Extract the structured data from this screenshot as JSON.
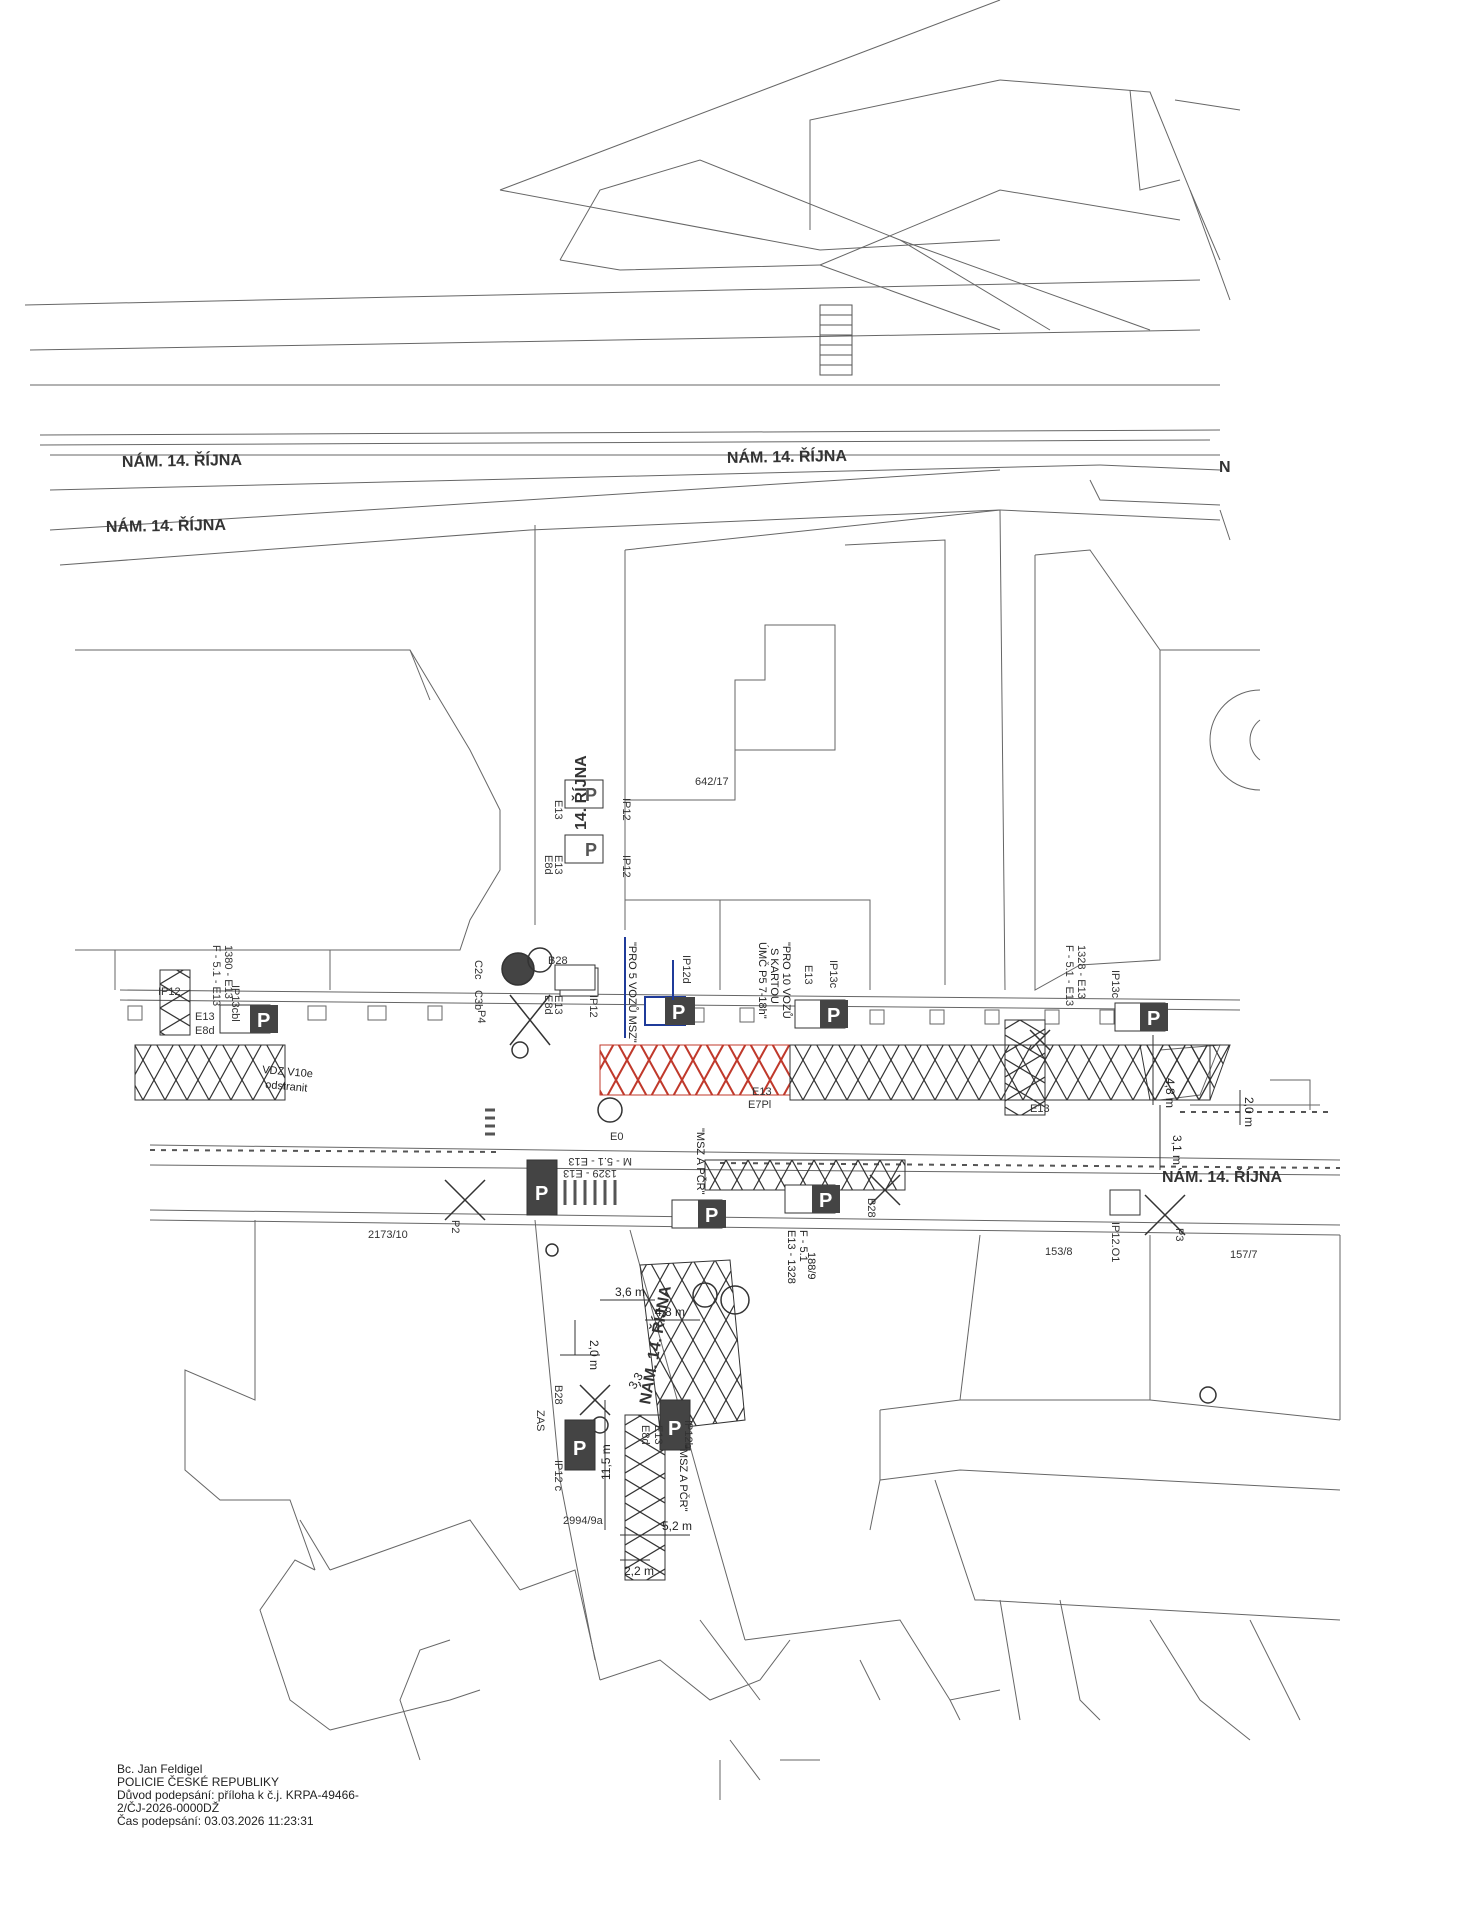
{
  "streets": {
    "top_left": "NÁM. 14. ŘÍJNA",
    "top_center": "NÁM. 14. ŘÍJNA",
    "top_right_cut": "N",
    "mid_left": "NÁM. 14. ŘÍJNA",
    "vertical_north": "14. ŘÍJNA",
    "east": "NÁM. 14. ŘÍJNA",
    "south_vertical": "NÁM. 14. ŘÍJNA"
  },
  "parcels": {
    "p1": "642/17",
    "p2": "2173/10",
    "p3": "153/8",
    "p4": "157/7",
    "p5": "2994/9a"
  },
  "sign_codes": {
    "ip12": "IP12",
    "e13": "E13",
    "e8d": "E8d",
    "b28": "B28",
    "c3b": "C3b",
    "c2c": "C2c",
    "p4": "P4",
    "ip13cbl": "IP13cbl",
    "f_left": "F - 5.1 - E13",
    "f_left_b": "1380 - E13",
    "f_right": "F - 5.1 - E13",
    "f_right_b": "1328 - E13",
    "ip13c": "IP13c",
    "ip12d": "IP12d",
    "ip13c2": "IP13c",
    "e7pl": "E7Pl",
    "e0": "E0",
    "m51": "M - 5.1 - E13",
    "m51b": "1329 - E13",
    "b28b": "B28",
    "p2": "P2",
    "ip12o1": "IP12.O1",
    "p3": "P3",
    "ip12c": "IP12 c",
    "zas": "ZAS",
    "ip12b": "IP12b",
    "e13b": "E13",
    "e8db": "E8d"
  },
  "notes": {
    "vdz": "VDZ V10e",
    "vdz2": "odstranit",
    "pro5": "\"PRO 5 VOZŮ MSZ\"",
    "pro10": "\"PRO 10 VOZŮ",
    "pro10b": "S KARTOU",
    "pro10c": "ÚMČ P5 7-18h\"",
    "msz1": "\"MSZ A PČR\"",
    "msz2": "\"MSZ A PČR\"",
    "f51": "F - 5.1",
    "e13_1328": "E13 - 1328",
    "n1": "188/9"
  },
  "dimensions": {
    "d1": "4,8 m",
    "d2": "2,0 m",
    "d3": "3,1 m",
    "d4": "3,6 m",
    "d5": "2,0 m",
    "d6": "4,8 m",
    "d7": "3,3",
    "d8": "11,5 m",
    "d9": "5,2 m",
    "d10": "2,2 m"
  },
  "signature": {
    "name": "Bc. Jan Feldigel",
    "org": "POLICIE ČESKÉ REPUBLIKY",
    "reason_1": "Důvod podepsání: příloha k č.j. KRPA-49466-",
    "reason_2": "2/ČJ-2026-0000DŽ",
    "time": "Čas podepsání: 03.03.2026 11:23:31"
  },
  "colors": {
    "line": "#555555",
    "dark": "#222222",
    "red_hatch": "#c0392b",
    "blue_mark": "#1f3b9a"
  }
}
